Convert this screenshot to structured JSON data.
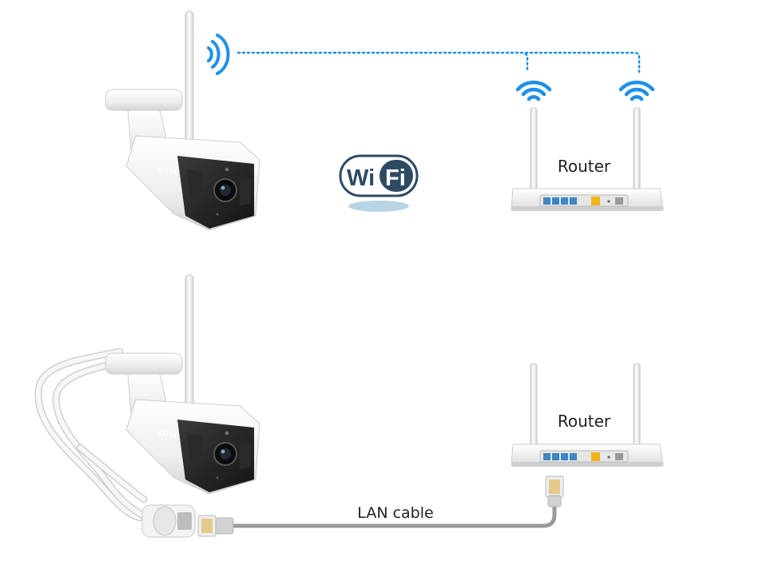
{
  "labels": {
    "router_top": "Router",
    "router_bottom": "Router",
    "lan_cable": "LAN cable"
  },
  "camera": {
    "brand": "ZOSI"
  },
  "wifi_logo": {
    "part1": "Wi",
    "part2": "Fi"
  },
  "colors": {
    "wifi_blue": "#1e90e8",
    "logo_navy": "#2e4a63",
    "logo_shadow": "#b9d4e4",
    "cable_gray": "#9a9a9a",
    "router_white": "#f4f4f4",
    "port_blue": "#3d86c6",
    "port_yellow": "#f0b41a"
  }
}
